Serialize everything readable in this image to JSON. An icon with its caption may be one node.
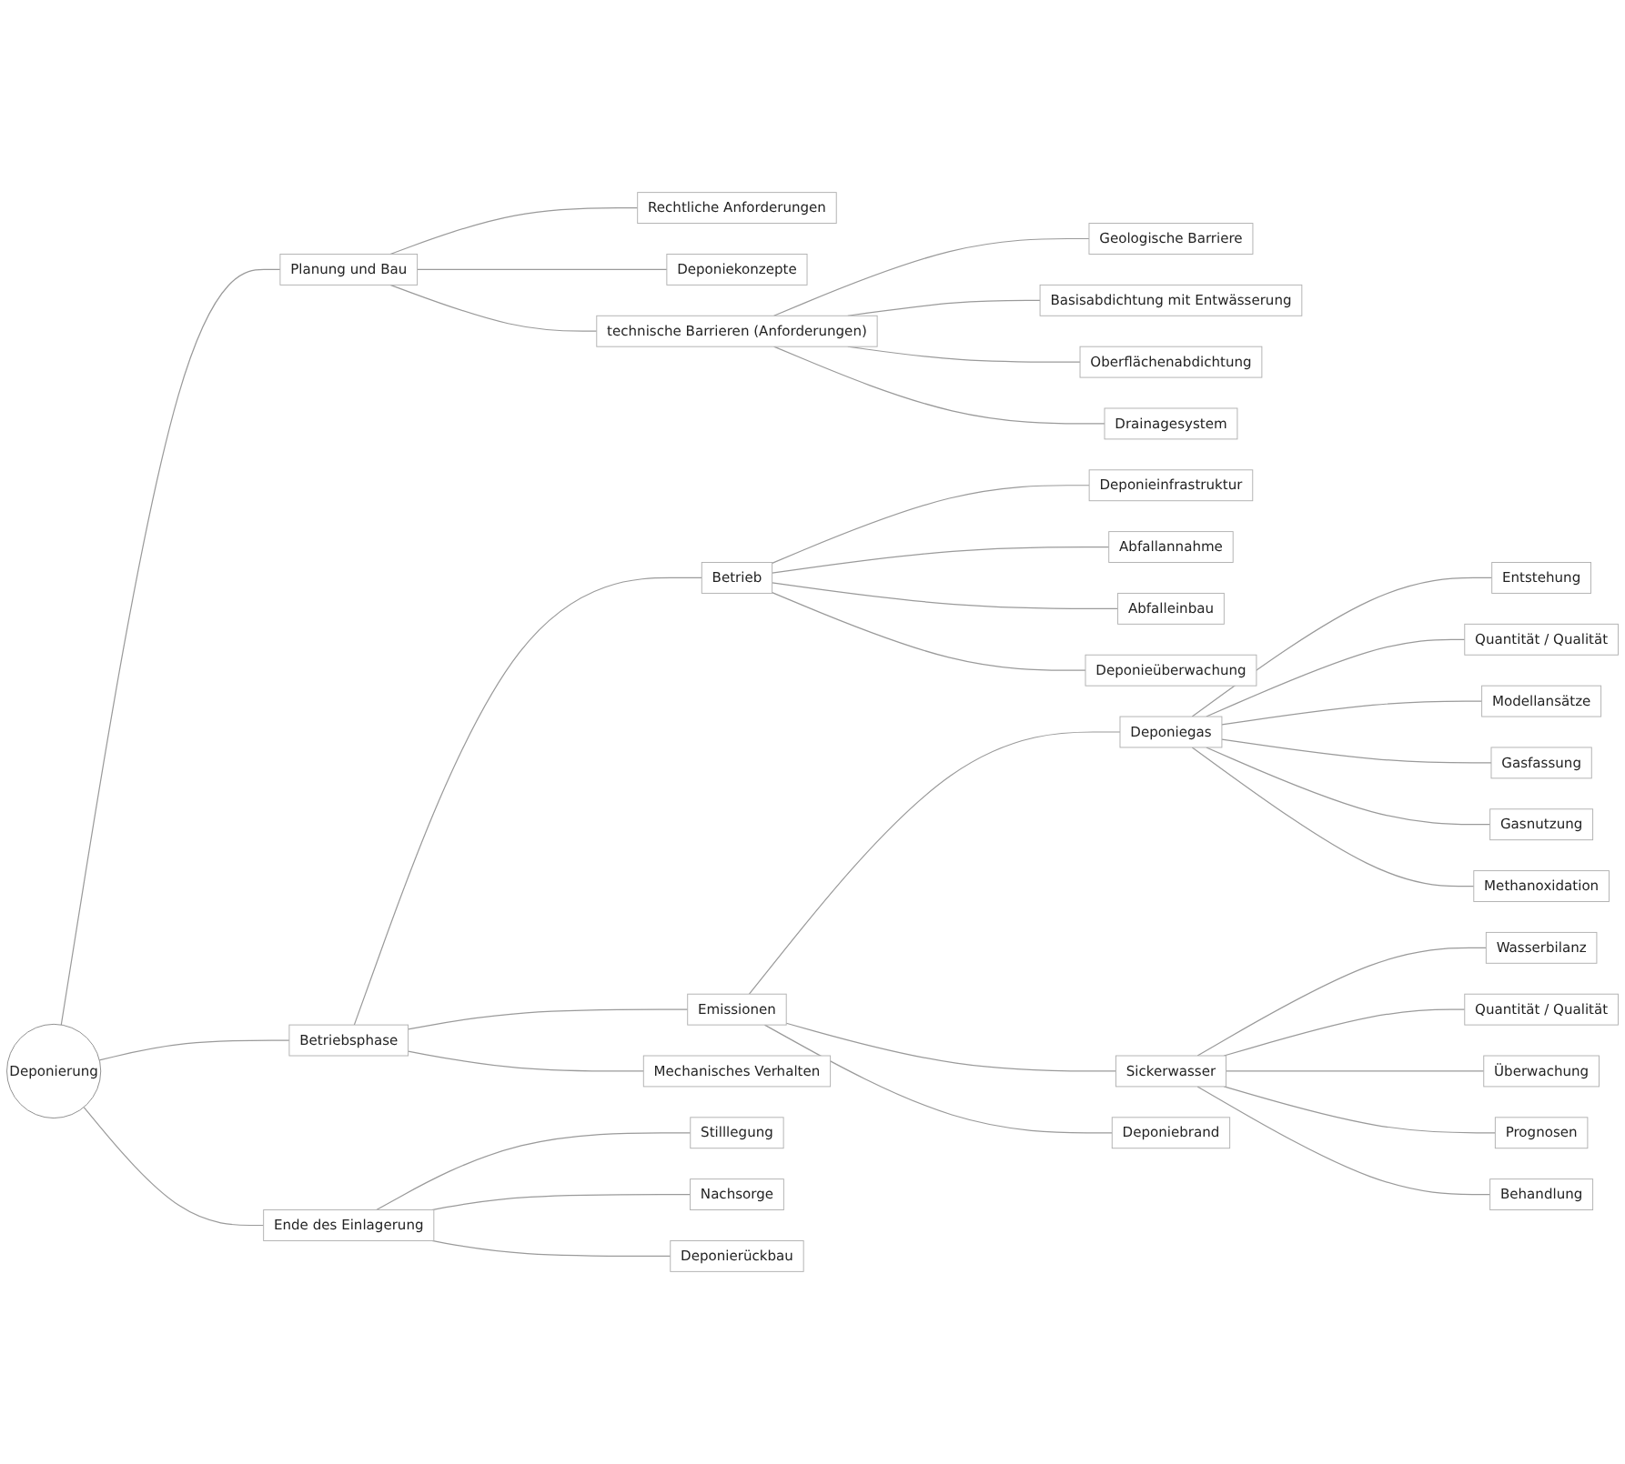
{
  "diagram": {
    "nodes": [
      {
        "text": [
          "Deponierung"
        ]
      },
      {
        "text": [
          "Planung und Bau"
        ]
      },
      {
        "text": [
          "Rechtliche Anforderungen"
        ]
      },
      {
        "text": [
          "Deponiekonzepte"
        ]
      },
      {
        "text": [
          "technische Barrieren (Anforderungen)"
        ]
      },
      {
        "text": [
          "Geologische Barriere"
        ]
      },
      {
        "text": [
          "Basisabdichtung mit Entwässerung"
        ]
      },
      {
        "text": [
          "Oberflächenabdichtung"
        ]
      },
      {
        "text": [
          "Drainagesystem"
        ]
      },
      {
        "text": [
          "Betriebsphase"
        ]
      },
      {
        "text": [
          "Betrieb"
        ]
      },
      {
        "text": [
          "Deponieinfrastruktur"
        ]
      },
      {
        "text": [
          "Abfallannahme"
        ]
      },
      {
        "text": [
          "Abfalleinbau"
        ]
      },
      {
        "text": [
          "Deponieüberwachung"
        ]
      },
      {
        "text": [
          "Emissionen"
        ]
      },
      {
        "text": [
          "Deponiegas"
        ]
      },
      {
        "text": [
          "Entstehung"
        ]
      },
      {
        "text": [
          "Quantität / Qualität"
        ]
      },
      {
        "text": [
          "Modellansätze"
        ]
      },
      {
        "text": [
          "Gasfassung"
        ]
      },
      {
        "text": [
          "Gasnutzung"
        ]
      },
      {
        "text": [
          "Methanoxidation"
        ]
      },
      {
        "text": [
          "Sickerwasser"
        ]
      },
      {
        "text": [
          "Wasserbilanz"
        ]
      },
      {
        "text": [
          "Quantität / Qualität"
        ]
      },
      {
        "text": [
          "Überwachung"
        ]
      },
      {
        "text": [
          "Prognosen"
        ]
      },
      {
        "text": [
          "Behandlung"
        ]
      },
      {
        "text": [
          "Deponiebrand"
        ]
      },
      {
        "text": [
          "Mechanisches Verhalten"
        ]
      },
      {
        "text": [
          "Ende des Einlagerung"
        ]
      },
      {
        "text": [
          "Stilllegung"
        ]
      },
      {
        "text": [
          "Nachsorge"
        ]
      },
      {
        "text": [
          "Deponierückbau"
        ]
      }
    ],
    "edges": [
      {
        "from": 0,
        "to": 1,
        "arrow": "none"
      },
      {
        "from": 1,
        "to": 2,
        "arrow": "none"
      },
      {
        "from": 1,
        "to": 3,
        "arrow": "none"
      },
      {
        "from": 1,
        "to": 4,
        "arrow": "none"
      },
      {
        "from": 4,
        "to": 5,
        "arrow": "none"
      },
      {
        "from": 4,
        "to": 6,
        "arrow": "none"
      },
      {
        "from": 4,
        "to": 7,
        "arrow": "none"
      },
      {
        "from": 4,
        "to": 8,
        "arrow": "none"
      },
      {
        "from": 0,
        "to": 9,
        "arrow": "none"
      },
      {
        "from": 9,
        "to": 10,
        "arrow": "none"
      },
      {
        "from": 10,
        "to": 11,
        "arrow": "none"
      },
      {
        "from": 10,
        "to": 12,
        "arrow": "none"
      },
      {
        "from": 10,
        "to": 13,
        "arrow": "none"
      },
      {
        "from": 10,
        "to": 14,
        "arrow": "none"
      },
      {
        "from": 9,
        "to": 15,
        "arrow": "none"
      },
      {
        "from": 15,
        "to": 16,
        "arrow": "none"
      },
      {
        "from": 16,
        "to": 17,
        "arrow": "none"
      },
      {
        "from": 16,
        "to": 18,
        "arrow": "none"
      },
      {
        "from": 16,
        "to": 19,
        "arrow": "none"
      },
      {
        "from": 16,
        "to": 20,
        "arrow": "none"
      },
      {
        "from": 16,
        "to": 21,
        "arrow": "none"
      },
      {
        "from": 16,
        "to": 22,
        "arrow": "none"
      },
      {
        "from": 15,
        "to": 23,
        "arrow": "none"
      },
      {
        "from": 23,
        "to": 24,
        "arrow": "none"
      },
      {
        "from": 23,
        "to": 25,
        "arrow": "none"
      },
      {
        "from": 23,
        "to": 26,
        "arrow": "none"
      },
      {
        "from": 23,
        "to": 27,
        "arrow": "none"
      },
      {
        "from": 23,
        "to": 28,
        "arrow": "none"
      },
      {
        "from": 15,
        "to": 29,
        "arrow": "none"
      },
      {
        "from": 9,
        "to": 30,
        "arrow": "none"
      },
      {
        "from": 0,
        "to": 31,
        "arrow": "none"
      },
      {
        "from": 31,
        "to": 32,
        "arrow": "none"
      },
      {
        "from": 31,
        "to": 33,
        "arrow": "none"
      },
      {
        "from": 31,
        "to": 34,
        "arrow": "none"
      }
    ]
  }
}
